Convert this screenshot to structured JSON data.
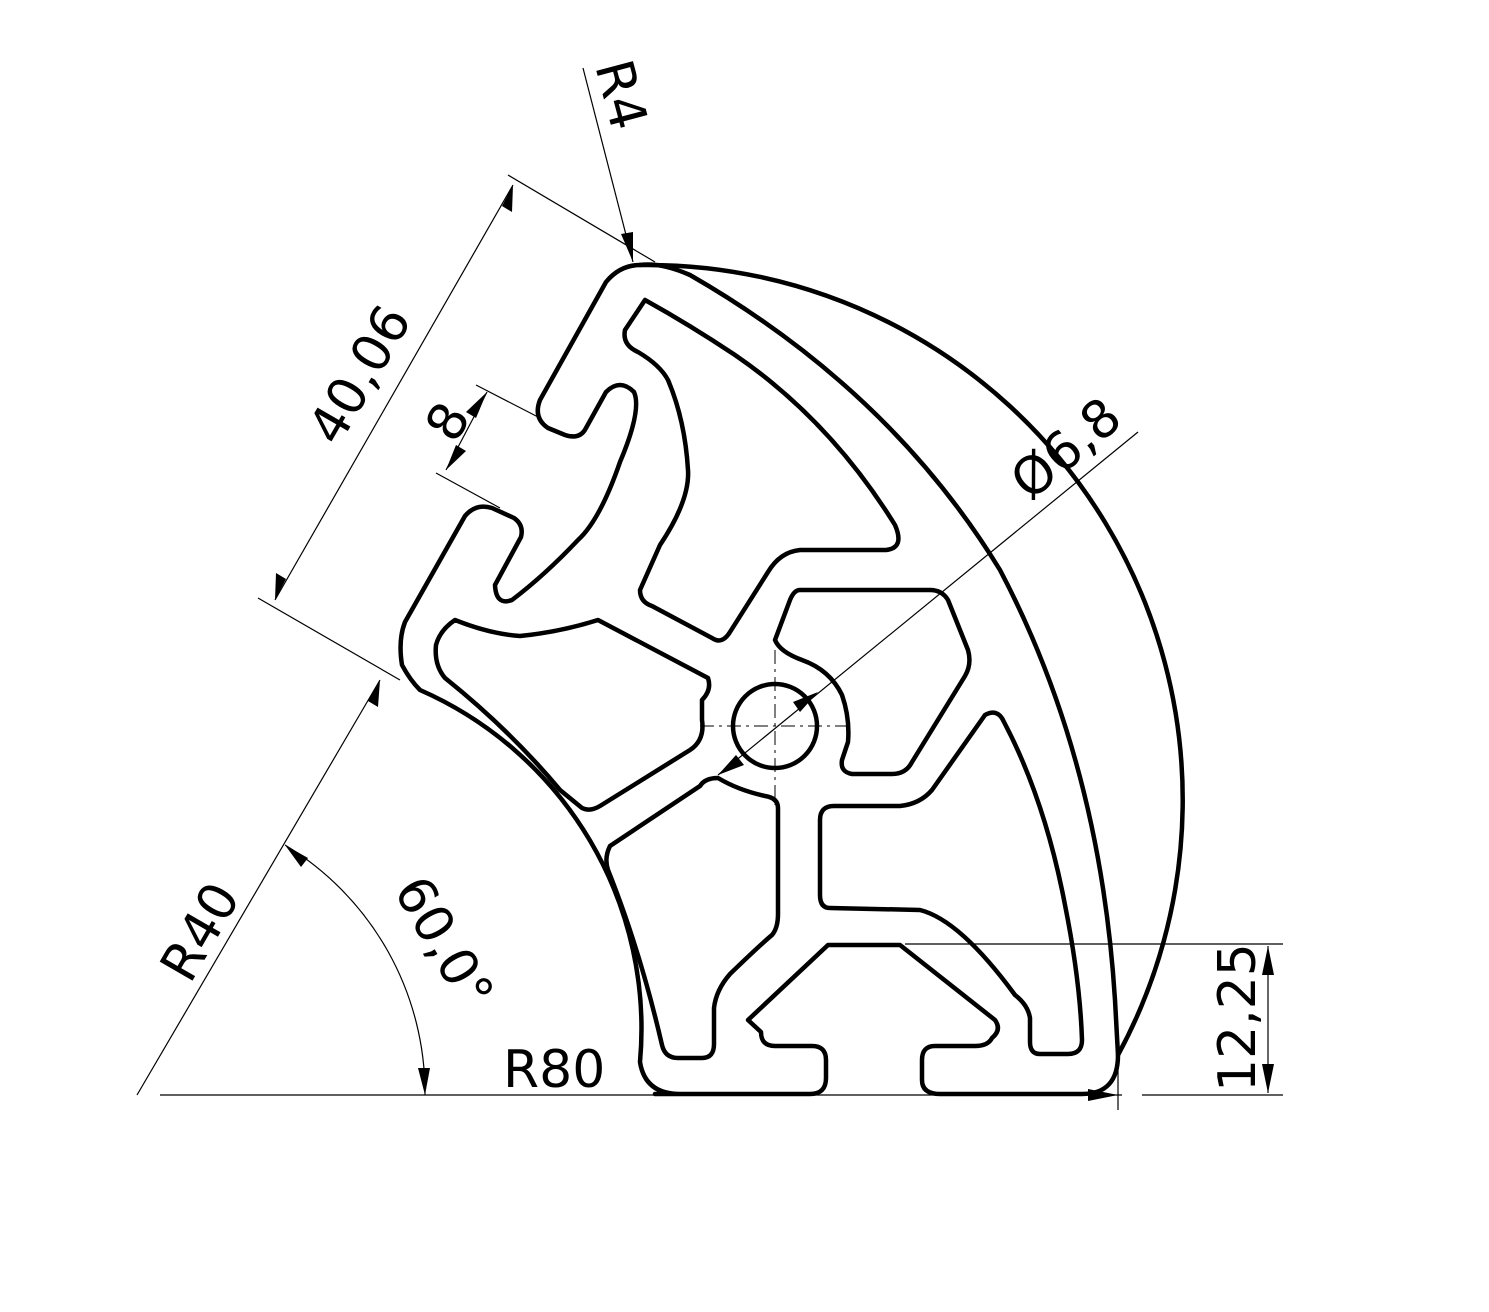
{
  "drawing": {
    "type": "aluminium profile cross-section, 60 degree arc segment",
    "colors": {
      "line": "#000000",
      "background": "#ffffff"
    }
  },
  "dimensions": {
    "r4": "R4",
    "width": "40,06",
    "slot": "8",
    "hole": "Ø6,8",
    "r40": "R40",
    "angle": "60,0°",
    "r80": "R80",
    "height": "12,25"
  }
}
